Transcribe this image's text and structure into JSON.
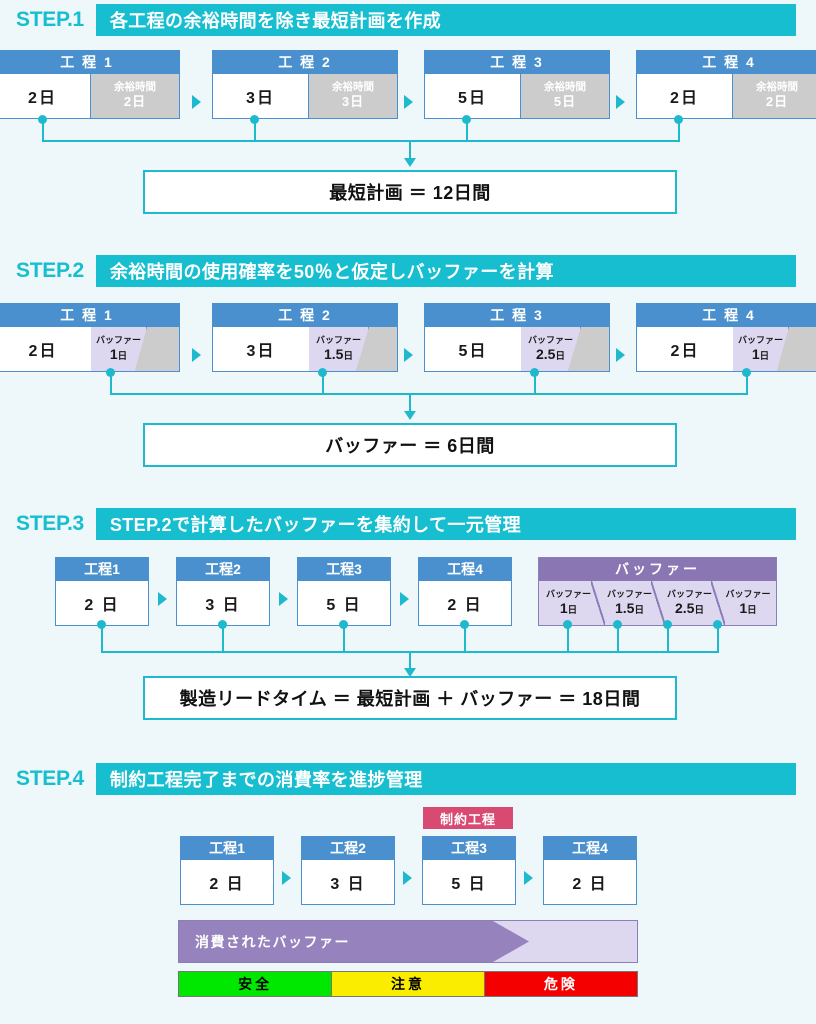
{
  "steps": [
    {
      "label": "STEP.1",
      "title": "各工程の余裕時間を除き最短計画を作成",
      "processes": [
        {
          "head": "工 程 1",
          "days": "2日",
          "slack_label": "余裕時間",
          "slack_days": "2日"
        },
        {
          "head": "工 程 2",
          "days": "3日",
          "slack_label": "余裕時間",
          "slack_days": "3日"
        },
        {
          "head": "工 程 3",
          "days": "5日",
          "slack_label": "余裕時間",
          "slack_days": "5日"
        },
        {
          "head": "工 程 4",
          "days": "2日",
          "slack_label": "余裕時間",
          "slack_days": "2日"
        }
      ],
      "summary": "最短計画 ＝ 12日間"
    },
    {
      "label": "STEP.2",
      "title": "余裕時間の使用確率を50％と仮定しバッファーを計算",
      "processes": [
        {
          "head": "工 程 1",
          "days": "2日",
          "buffer_label": "バッファー",
          "buffer_days": "1",
          "buffer_unit": "日"
        },
        {
          "head": "工 程 2",
          "days": "3日",
          "buffer_label": "バッファー",
          "buffer_days": "1.5",
          "buffer_unit": "日"
        },
        {
          "head": "工 程 3",
          "days": "5日",
          "buffer_label": "バッファー",
          "buffer_days": "2.5",
          "buffer_unit": "日"
        },
        {
          "head": "工 程 4",
          "days": "2日",
          "buffer_label": "バッファー",
          "buffer_days": "1",
          "buffer_unit": "日"
        }
      ],
      "summary": "バッファー ＝ 6日間"
    },
    {
      "label": "STEP.3",
      "title": "STEP.2で計算したバッファーを集約して一元管理",
      "processes": [
        {
          "head": "工程1",
          "days": "2 日"
        },
        {
          "head": "工程2",
          "days": "3 日"
        },
        {
          "head": "工程3",
          "days": "5 日"
        },
        {
          "head": "工程4",
          "days": "2 日"
        }
      ],
      "buffer_block": {
        "head": "バッファー",
        "segments": [
          {
            "label": "バッファー",
            "value": "1",
            "unit": "日"
          },
          {
            "label": "バッファー",
            "value": "1.5",
            "unit": "日"
          },
          {
            "label": "バッファー",
            "value": "2.5",
            "unit": "日"
          },
          {
            "label": "バッファー",
            "value": "1",
            "unit": "日"
          }
        ]
      },
      "summary": "製造リードタイム ＝ 最短計画 ＋ バッファー ＝ 18日間"
    },
    {
      "label": "STEP.4",
      "title": "制約工程完了までの消費率を進捗管理",
      "constraint_badge": "制約工程",
      "processes": [
        {
          "head": "工程1",
          "days": "2 日"
        },
        {
          "head": "工程2",
          "days": "3 日"
        },
        {
          "head": "工程3",
          "days": "5 日"
        },
        {
          "head": "工程4",
          "days": "2 日"
        }
      ],
      "consumed_bar_label": "消費されたバッファー",
      "traffic": [
        {
          "label": "安全",
          "color": "#00e800"
        },
        {
          "label": "注意",
          "color": "#fbed00"
        },
        {
          "label": "危険",
          "color": "#f40000"
        }
      ]
    }
  ],
  "colors": {
    "background": "#eef7f9",
    "teal": "#16bed0",
    "process_blue": "#4a90ce",
    "slack_gray": "#cccccc",
    "buffer_purple": "#8b76b4",
    "buffer_light": "#ddd8ef",
    "constraint_pink": "#d94a72"
  }
}
